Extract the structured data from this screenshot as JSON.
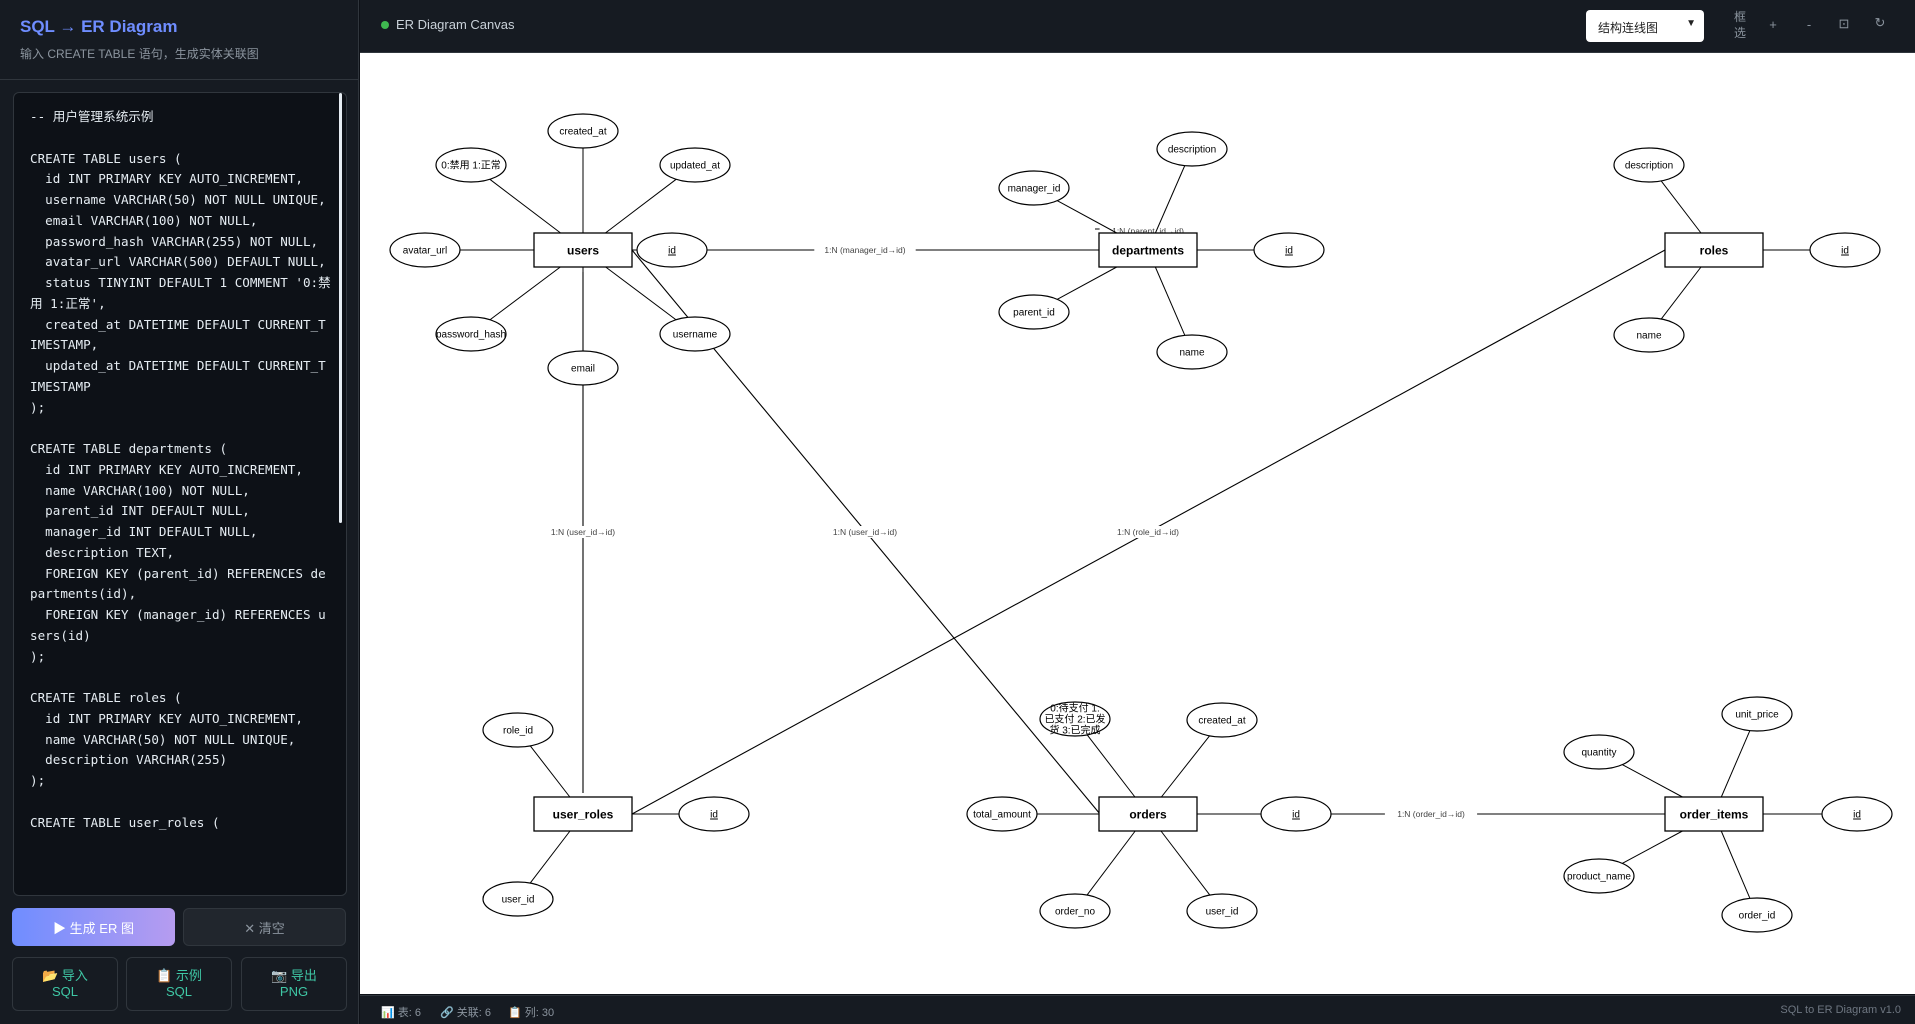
{
  "sidebar": {
    "title": "SQL → ER Diagram",
    "subtitle": "输入 CREATE TABLE 语句，生成实体关联图",
    "sql_text": "-- 用户管理系统示例\n\nCREATE TABLE users (\n  id INT PRIMARY KEY AUTO_INCREMENT,\n  username VARCHAR(50) NOT NULL UNIQUE,\n  email VARCHAR(100) NOT NULL,\n  password_hash VARCHAR(255) NOT NULL,\n  avatar_url VARCHAR(500) DEFAULT NULL,\n  status TINYINT DEFAULT 1 COMMENT '0:禁用 1:正常',\n  created_at DATETIME DEFAULT CURRENT_TIMESTAMP,\n  updated_at DATETIME DEFAULT CURRENT_TIMESTAMP\n);\n\nCREATE TABLE departments (\n  id INT PRIMARY KEY AUTO_INCREMENT,\n  name VARCHAR(100) NOT NULL,\n  parent_id INT DEFAULT NULL,\n  manager_id INT DEFAULT NULL,\n  description TEXT,\n  FOREIGN KEY (parent_id) REFERENCES departments(id),\n  FOREIGN KEY (manager_id) REFERENCES users(id)\n);\n\nCREATE TABLE roles (\n  id INT PRIMARY KEY AUTO_INCREMENT,\n  name VARCHAR(50) NOT NULL UNIQUE,\n  description VARCHAR(255)\n);\n\nCREATE TABLE user_roles (",
    "generate_button": "▶ 生成 ER 图",
    "clear_button": "✕ 清空",
    "import_button": "📂 导入\nSQL",
    "example_button": "📋 示例\nSQL",
    "export_button": "📷 导出\nPNG"
  },
  "topbar": {
    "title": "ER Diagram Canvas",
    "layout_select": "结构连线图",
    "select_button": "框\n选",
    "zoom_in": "+",
    "zoom_out": "-",
    "fit": "⊡",
    "reset": "↻"
  },
  "statusbar": {
    "tables": "📊 表: 6",
    "relations": "🔗 关联: 6",
    "columns": "📋 列: 30",
    "version": "SQL to ER Diagram v1.0"
  },
  "diagram": {
    "entities": [
      "users",
      "departments",
      "roles",
      "user_roles",
      "orders",
      "order_items"
    ],
    "attributes": {
      "users": [
        "id",
        "username",
        "email",
        "password_hash",
        "avatar_url",
        "0:禁用 1:正常",
        "created_at",
        "updated_at"
      ],
      "departments": [
        "id",
        "name",
        "parent_id",
        "manager_id",
        "description"
      ],
      "roles": [
        "id",
        "name",
        "description"
      ],
      "user_roles": [
        "id",
        "user_id",
        "role_id"
      ],
      "orders": [
        "id",
        "order_no",
        "user_id",
        "total_amount",
        "0:待支付 1:已支付 2:已发货 3:已完成",
        "created_at"
      ],
      "order_items": [
        "id",
        "order_id",
        "product_name",
        "quantity",
        "unit_price"
      ]
    },
    "relations": [
      "1:N (manager_id→id)",
      "1:N (parent_id→id)",
      "1:N (user_id→id)",
      "1:N (user_id→id)",
      "1:N (role_id→id)",
      "1:N (order_id→id)"
    ]
  }
}
